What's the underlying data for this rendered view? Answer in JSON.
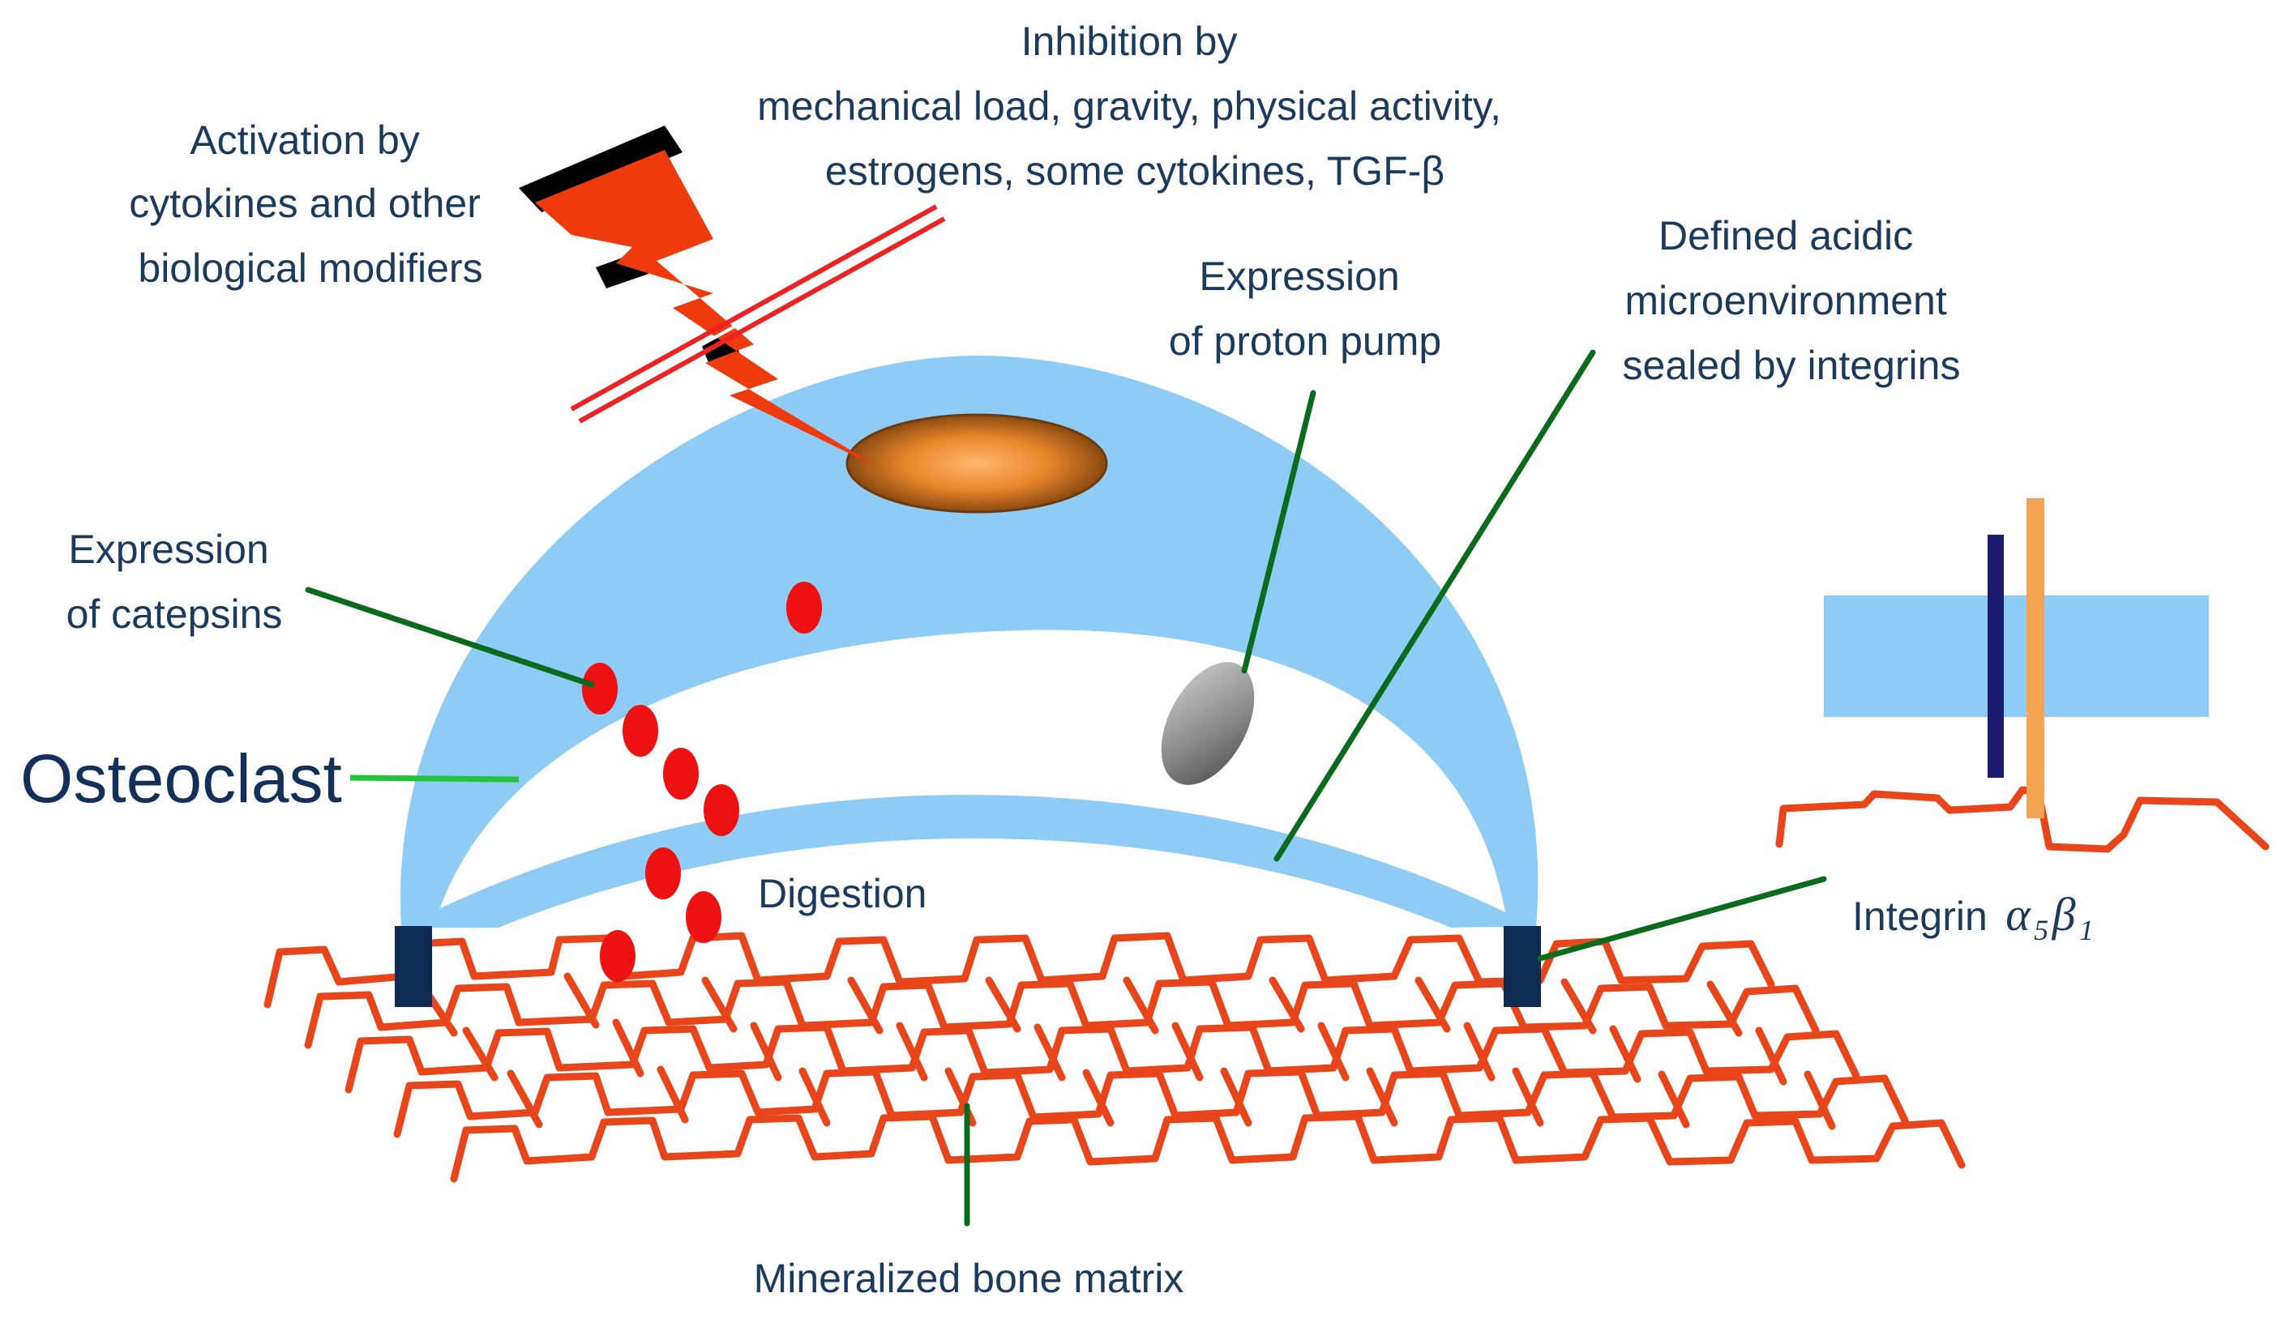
{
  "labels": {
    "inhibition": [
      "Inhibition by",
      "mechanical load, gravity, physical activity,",
      "estrogens, some cytokines, TGF-β"
    ],
    "activation": [
      "Activation by",
      "cytokines and other",
      "biological modifiers"
    ],
    "proton_pump": [
      "Expression",
      "of proton pump"
    ],
    "acidic": [
      "Defined acidic",
      "microenvironment",
      "sealed by integrins"
    ],
    "catepsins": [
      "Expression",
      "of catepsins"
    ],
    "osteoclast": "Osteoclast",
    "digestion": "Digestion",
    "integrin_text": "Integrin",
    "integrin_symbol_alpha": "α",
    "integrin_symbol_alpha_sub": "5",
    "integrin_symbol_beta": "β",
    "integrin_symbol_beta_sub": "1",
    "bone_matrix": "Mineralized bone matrix"
  },
  "colors": {
    "cell_body": "#8ecbf5",
    "text": "#1b3a5c",
    "pointer": "#0b6b1c",
    "osteoclast_pointer": "#22c43a",
    "fiber": "#e8451a",
    "catepsin_vesicle": "#ee1111",
    "bolt": "#ee3a0c",
    "nucleus": "#d2731a",
    "proton_pump": "#8a8a8a",
    "integrin_block": "#0f2a52",
    "integrin_alpha_bar": "#1a1a6e",
    "integrin_beta_bar": "#f5a350"
  },
  "icons": {
    "activation": "lightning-bolt-icon",
    "inhibition": "inhibition-bar-icon"
  }
}
